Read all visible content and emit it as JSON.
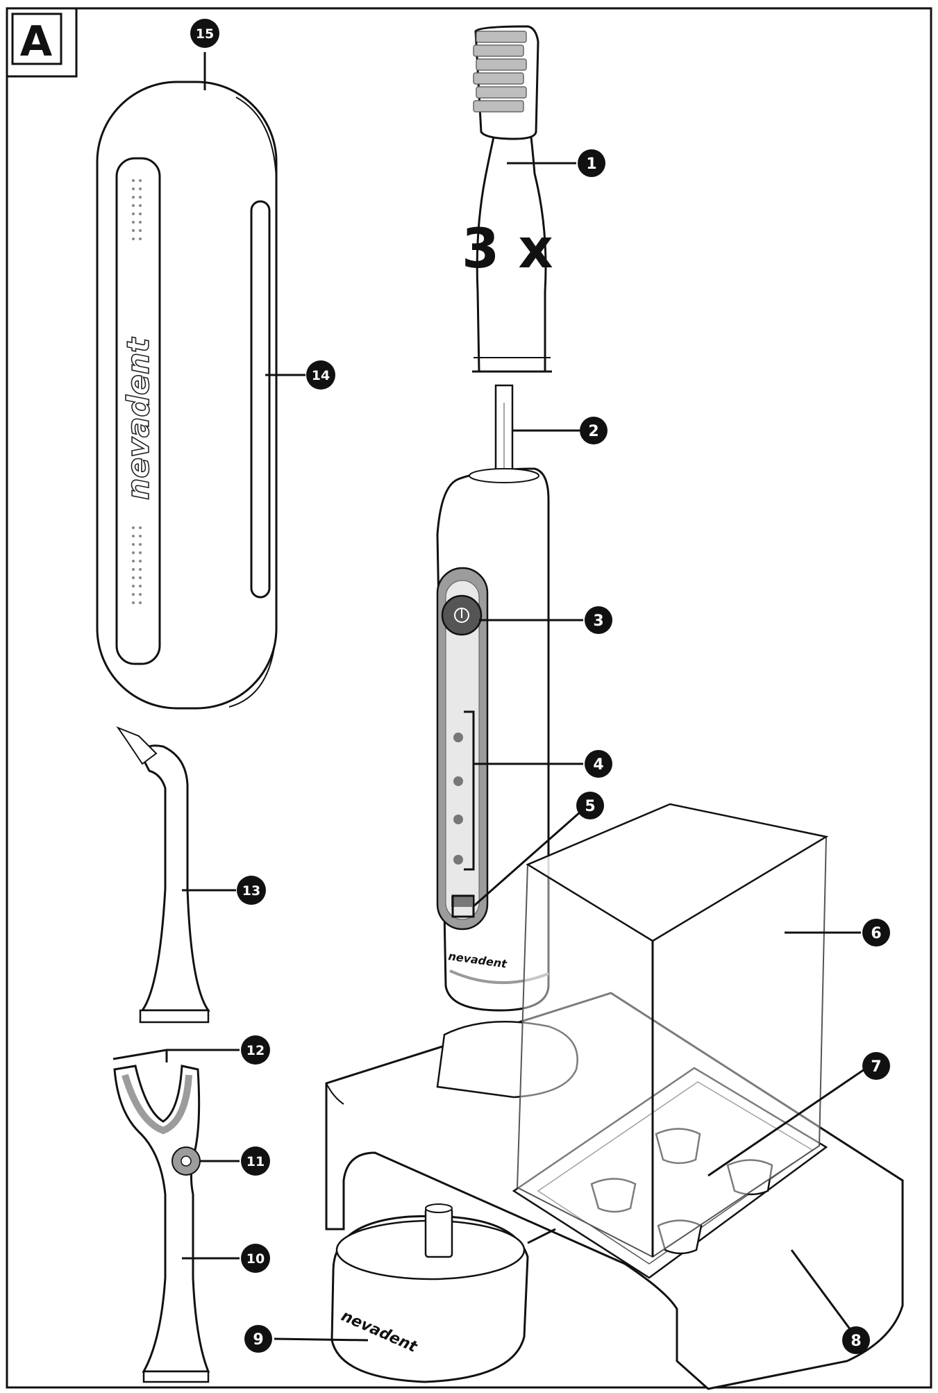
{
  "figure": {
    "panel_letter": "A",
    "quantity_label": "3 x",
    "brand_name": "nevadent",
    "colors": {
      "ink": "#111111",
      "panel_grey": "#9c9c9c",
      "button_dark": "#555555",
      "bristle_grey": "#bdbdbd"
    }
  },
  "callouts": [
    {
      "id": "1",
      "text": "1",
      "part": "replacement brush head"
    },
    {
      "id": "2",
      "text": "2",
      "part": "drive shaft"
    },
    {
      "id": "3",
      "text": "3",
      "part": "on/off button"
    },
    {
      "id": "4",
      "text": "4",
      "part": "mode indicators"
    },
    {
      "id": "5",
      "text": "5",
      "part": "mode button"
    },
    {
      "id": "6",
      "text": "6",
      "part": "cover"
    },
    {
      "id": "7",
      "text": "7",
      "part": "brush head holders"
    },
    {
      "id": "8",
      "text": "8",
      "part": "storage base"
    },
    {
      "id": "9",
      "text": "9",
      "part": "charging station"
    },
    {
      "id": "10",
      "text": "10",
      "part": "flosser attachment"
    },
    {
      "id": "11",
      "text": "11",
      "part": "release button"
    },
    {
      "id": "12",
      "text": "12",
      "part": "floss holder"
    },
    {
      "id": "13",
      "text": "13",
      "part": "interdental brush head"
    },
    {
      "id": "14",
      "text": "14",
      "part": "travel case clip"
    },
    {
      "id": "15",
      "text": "15",
      "part": "travel case"
    }
  ]
}
